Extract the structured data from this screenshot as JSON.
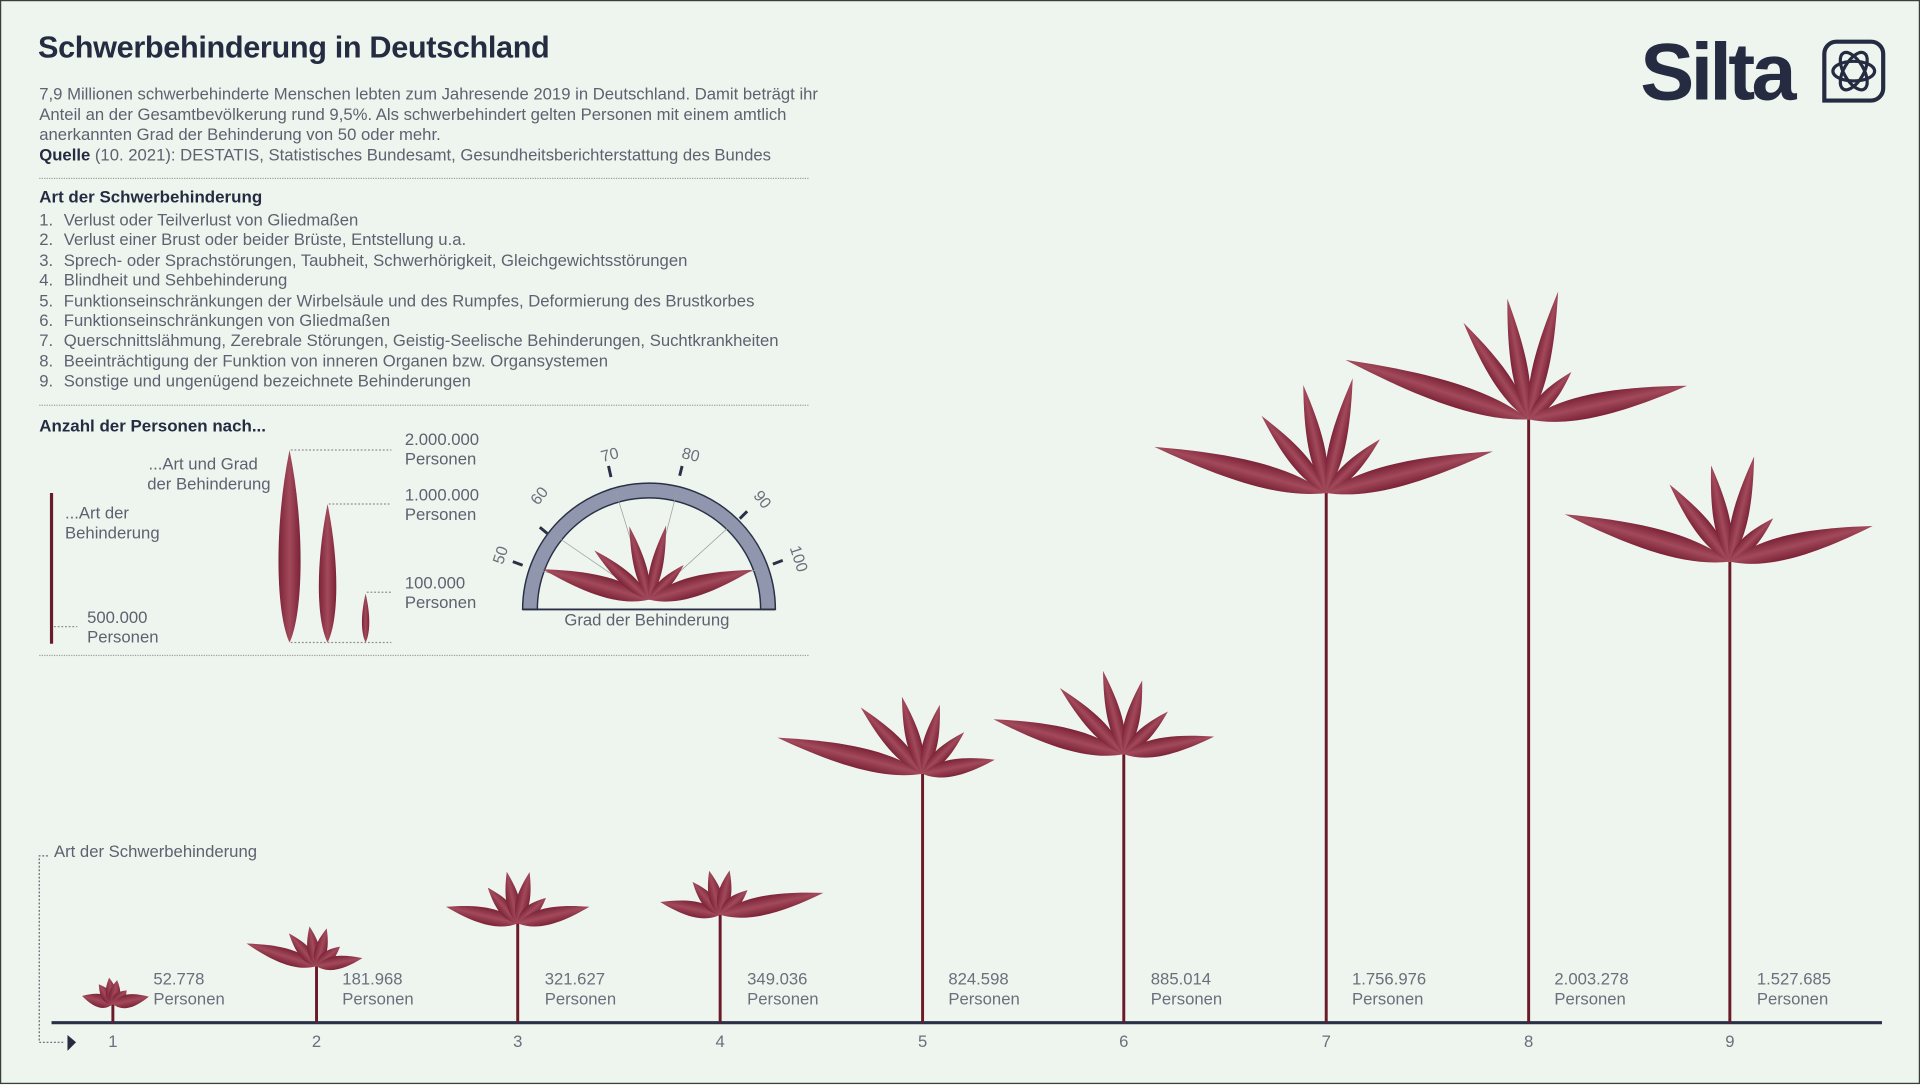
{
  "header": {
    "title": "Schwerbehinderung in Deutschland",
    "intro": "7,9 Millionen schwerbehinderte Menschen lebten zum Jahresende 2019 in Deutschland. Damit beträgt ihr Anteil an der Gesamtbevölkerung rund 9,5%. Als schwerbehindert gelten Personen mit einem amtlich anerkannten Grad der Behinderung von 50 oder mehr.",
    "source_label": "Quelle",
    "source_text": " (10. 2021): DESTATIS, Statistisches Bundesamt, Gesundheitsberichterstattung des Bundes"
  },
  "logo": {
    "wordmark": "Silta",
    "mark_icon": "atom-icon"
  },
  "types": {
    "heading": "Art der Schwerbehinderung",
    "items": [
      {
        "num": "1.",
        "label": "Verlust oder Teilverlust von Gliedmaßen"
      },
      {
        "num": "2.",
        "label": "Verlust einer Brust oder beider Brüste, Entstellung u.a."
      },
      {
        "num": "3.",
        "label": "Sprech- oder Sprachstörungen, Taubheit, Schwerhörigkeit, Gleichgewichtsstörungen"
      },
      {
        "num": "4.",
        "label": "Blindheit und Sehbehinderung"
      },
      {
        "num": "5.",
        "label": "Funktionseinschränkungen der Wirbelsäule und des Rumpfes, Deformierung des Brustkorbes"
      },
      {
        "num": "6.",
        "label": "Funktionseinschränkungen von Gliedmaßen"
      },
      {
        "num": "7.",
        "label": "Querschnittslähmung, Zerebrale Störungen, Geistig-Seelische Behinderungen, Suchtkrankheiten"
      },
      {
        "num": "8.",
        "label": "Beeinträchtigung der Funktion von inneren Organen  bzw. Organsystemen"
      },
      {
        "num": "9.",
        "label": "Sonstige und ungenügend bezeichnete Behinderungen"
      }
    ]
  },
  "legend": {
    "heading": "Anzahl der Personen nach...",
    "stem_label_1": "...Art der",
    "stem_label_2": "Behinderung",
    "stem_value": "500.000",
    "stem_unit": "Personen",
    "petal_label_1": "...Art und Grad",
    "petal_label_2": "der Behinderung",
    "petal_scale": [
      {
        "value": "2.000.000",
        "unit": "Personen"
      },
      {
        "value": "1.000.000",
        "unit": "Personen"
      },
      {
        "value": "100.000",
        "unit": "Personen"
      }
    ],
    "gauge_ticks": [
      "50",
      "60",
      "70",
      "80",
      "90",
      "100"
    ],
    "gauge_label": "Grad der Behinderung"
  },
  "axis": {
    "label": "Art der Schwerbehinderung"
  },
  "colors": {
    "petal": "#8a2a3e",
    "stem": "#6b1a2a",
    "axis": "#2a3146",
    "gauge_band": "#9096ad",
    "background": "#eef5ee",
    "text_dark": "#252c42"
  },
  "chart_data": {
    "type": "bar",
    "title": "Schwerbehinderung in Deutschland",
    "xlabel": "Art der Schwerbehinderung",
    "ylabel": "Anzahl der Personen",
    "categories": [
      "1",
      "2",
      "3",
      "4",
      "5",
      "6",
      "7",
      "8",
      "9"
    ],
    "values": [
      52778,
      181968,
      321627,
      349036,
      824598,
      885014,
      1756976,
      2003278,
      1527685
    ],
    "value_labels": [
      "52.778",
      "181.968",
      "321.627",
      "349.036",
      "824.598",
      "885.014",
      "1.756.976",
      "2.003.278",
      "1.527.685"
    ],
    "unit": "Personen",
    "encoding": "stem height = persons by type; petals = persons by degree of disability (50–100)",
    "degree_ticks": [
      50,
      60,
      70,
      80,
      90,
      100
    ]
  },
  "bars": [
    {
      "tick": "1",
      "value": "52.778",
      "unit": "Personen"
    },
    {
      "tick": "2",
      "value": "181.968",
      "unit": "Personen"
    },
    {
      "tick": "3",
      "value": "321.627",
      "unit": "Personen"
    },
    {
      "tick": "4",
      "value": "349.036",
      "unit": "Personen"
    },
    {
      "tick": "5",
      "value": "824.598",
      "unit": "Personen"
    },
    {
      "tick": "6",
      "value": "885.014",
      "unit": "Personen"
    },
    {
      "tick": "7",
      "value": "1.756.976",
      "unit": "Personen"
    },
    {
      "tick": "8",
      "value": "2.003.278",
      "unit": "Personen"
    },
    {
      "tick": "9",
      "value": "1.527.685",
      "unit": "Personen"
    }
  ]
}
